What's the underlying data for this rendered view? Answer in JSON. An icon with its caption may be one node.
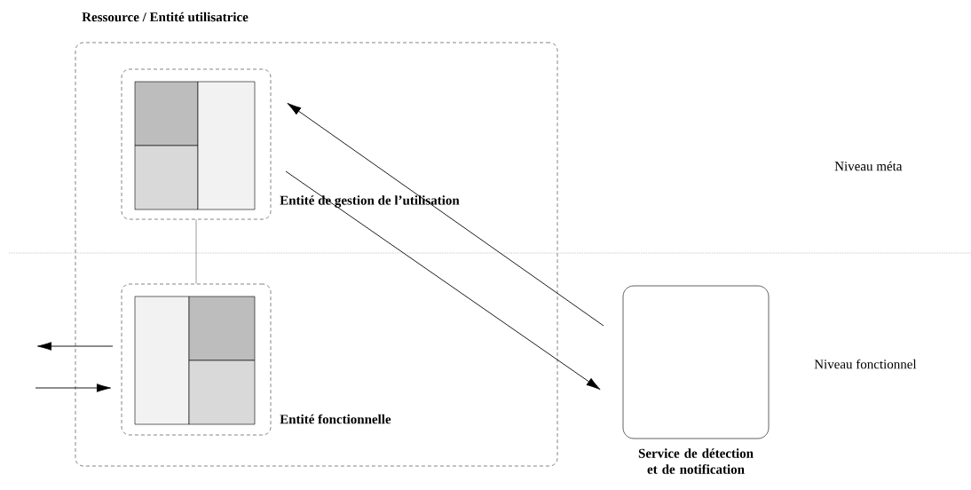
{
  "diagram": {
    "nodes": [
      {
        "text": [
          "Ressource / Entité utilisatrice"
        ]
      },
      {
        "text": [
          "Entité de gestion de l’utilisation"
        ],
        "in": 0
      },
      {
        "text": [
          "Entité fonctionnelle"
        ],
        "in": 0
      },
      {
        "text": [
          "Service de détection et de notification"
        ]
      }
    ],
    "edges": [
      {
        "from": 1,
        "to": 2,
        "arrow": "none"
      },
      {
        "from": 3,
        "to": 1,
        "arrow": "to"
      },
      {
        "from": 1,
        "to": 3,
        "arrow": "to"
      },
      {
        "from": 2,
        "to": null,
        "arrow": "to"
      },
      {
        "from": null,
        "to": 2,
        "arrow": "to"
      }
    ],
    "labels": [
      "Niveau méta",
      "Niveau fonctionnel"
    ]
  }
}
